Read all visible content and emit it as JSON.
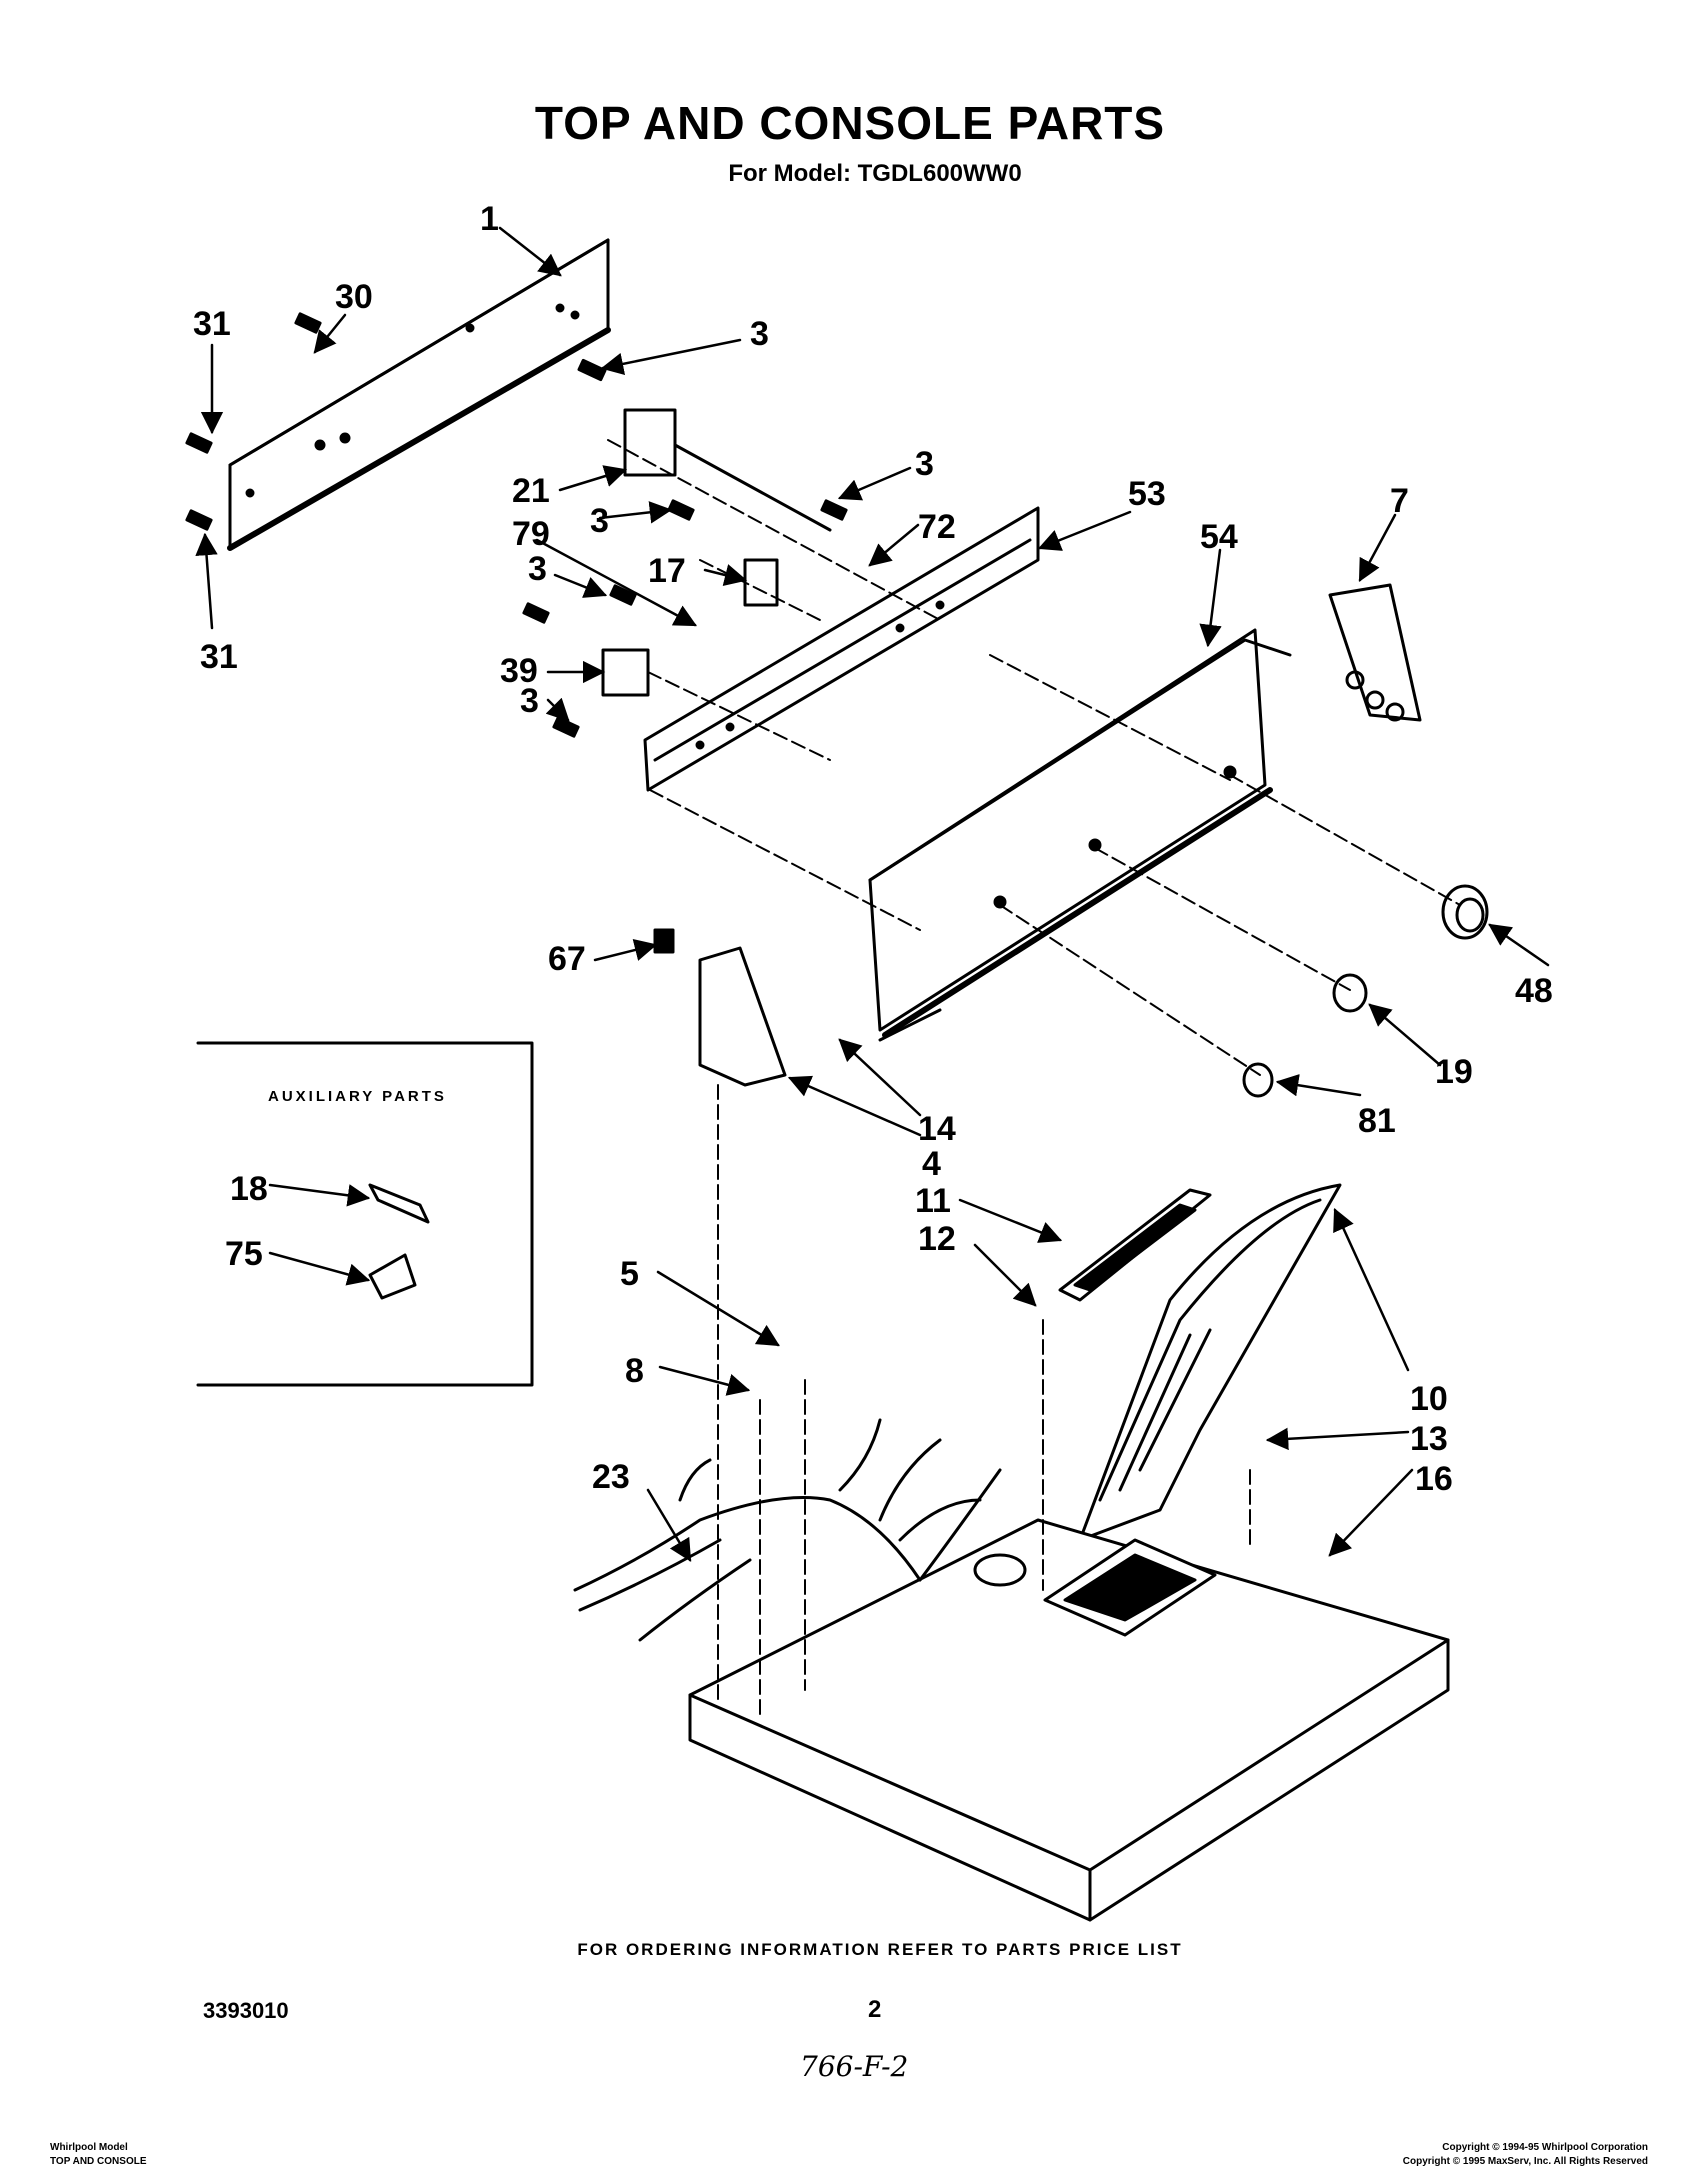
{
  "header": {
    "title": "TOP AND CONSOLE PARTS",
    "subtitle": "For Model: TGDL600WW0"
  },
  "callouts": [
    {
      "id": "p1",
      "label": "1"
    },
    {
      "id": "p30",
      "label": "30"
    },
    {
      "id": "p31a",
      "label": "31"
    },
    {
      "id": "p31b",
      "label": "31"
    },
    {
      "id": "p3a",
      "label": "3"
    },
    {
      "id": "p3b",
      "label": "3"
    },
    {
      "id": "p3c",
      "label": "3"
    },
    {
      "id": "p3d",
      "label": "3"
    },
    {
      "id": "p3e",
      "label": "3"
    },
    {
      "id": "p21",
      "label": "21"
    },
    {
      "id": "p79",
      "label": "79"
    },
    {
      "id": "p17",
      "label": "17"
    },
    {
      "id": "p72",
      "label": "72"
    },
    {
      "id": "p39",
      "label": "39"
    },
    {
      "id": "p53",
      "label": "53"
    },
    {
      "id": "p54",
      "label": "54"
    },
    {
      "id": "p7",
      "label": "7"
    },
    {
      "id": "p67",
      "label": "67"
    },
    {
      "id": "p48",
      "label": "48"
    },
    {
      "id": "p19",
      "label": "19"
    },
    {
      "id": "p81",
      "label": "81"
    },
    {
      "id": "p14",
      "label": "14"
    },
    {
      "id": "p4",
      "label": "4"
    },
    {
      "id": "p11",
      "label": "11"
    },
    {
      "id": "p12",
      "label": "12"
    },
    {
      "id": "p10",
      "label": "10"
    },
    {
      "id": "p13",
      "label": "13"
    },
    {
      "id": "p16",
      "label": "16"
    },
    {
      "id": "p5",
      "label": "5"
    },
    {
      "id": "p8",
      "label": "8"
    },
    {
      "id": "p23",
      "label": "23"
    },
    {
      "id": "p18",
      "label": "18"
    },
    {
      "id": "p75",
      "label": "75"
    }
  ],
  "auxiliary": {
    "title": "AUXILIARY PARTS"
  },
  "footer": {
    "ordering_note": "FOR ORDERING INFORMATION REFER TO PARTS PRICE LIST",
    "doc_number": "3393010",
    "page_number": "2",
    "handwritten": "766-F-2",
    "bottom_left_line1": "Whirlpool Model",
    "bottom_left_line2": "TOP AND CONSOLE",
    "bottom_right_line1": "Copyright © 1994-95 Whirlpool Corporation",
    "bottom_right_line2": "Copyright © 1995 MaxServ, Inc. All Rights Reserved"
  }
}
